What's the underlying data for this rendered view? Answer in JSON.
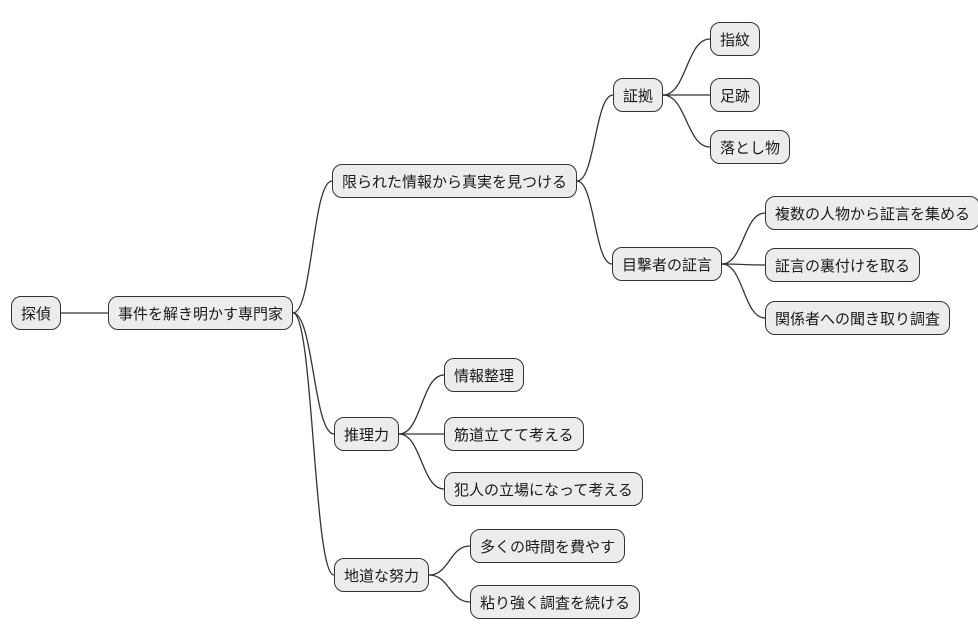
{
  "diagram": {
    "type": "mindmap",
    "direction": "left-to-right",
    "colors": {
      "node_fill": "#ececec",
      "node_border": "#333333",
      "edge": "#333333",
      "background": "#ffffff"
    },
    "nodes": [
      {
        "id": "detective",
        "label": "探偵"
      },
      {
        "id": "expert",
        "label": "事件を解き明かす専門家"
      },
      {
        "id": "find-truth",
        "label": "限られた情報から真実を見つける"
      },
      {
        "id": "reasoning",
        "label": "推理力"
      },
      {
        "id": "steady-effort",
        "label": "地道な努力"
      },
      {
        "id": "evidence",
        "label": "証拠"
      },
      {
        "id": "witness-testimony",
        "label": "目撃者の証言"
      },
      {
        "id": "fingerprint",
        "label": "指紋"
      },
      {
        "id": "footprint",
        "label": "足跡"
      },
      {
        "id": "lost-item",
        "label": "落とし物"
      },
      {
        "id": "collect-testimony",
        "label": "複数の人物から証言を集める"
      },
      {
        "id": "verify-testimony",
        "label": "証言の裏付けを取る"
      },
      {
        "id": "interview-related",
        "label": "関係者への聞き取り調査"
      },
      {
        "id": "organize-info",
        "label": "情報整理"
      },
      {
        "id": "logical-thinking",
        "label": "筋道立てて考える"
      },
      {
        "id": "culprit-perspective",
        "label": "犯人の立場になって考える"
      },
      {
        "id": "spend-time",
        "label": "多くの時間を費やす"
      },
      {
        "id": "persistent-research",
        "label": "粘り強く調査を続ける"
      }
    ],
    "edges": [
      [
        "detective",
        "expert"
      ],
      [
        "expert",
        "find-truth"
      ],
      [
        "expert",
        "reasoning"
      ],
      [
        "expert",
        "steady-effort"
      ],
      [
        "find-truth",
        "evidence"
      ],
      [
        "find-truth",
        "witness-testimony"
      ],
      [
        "evidence",
        "fingerprint"
      ],
      [
        "evidence",
        "footprint"
      ],
      [
        "evidence",
        "lost-item"
      ],
      [
        "witness-testimony",
        "collect-testimony"
      ],
      [
        "witness-testimony",
        "verify-testimony"
      ],
      [
        "witness-testimony",
        "interview-related"
      ],
      [
        "reasoning",
        "organize-info"
      ],
      [
        "reasoning",
        "logical-thinking"
      ],
      [
        "reasoning",
        "culprit-perspective"
      ],
      [
        "steady-effort",
        "spend-time"
      ],
      [
        "steady-effort",
        "persistent-research"
      ]
    ]
  }
}
